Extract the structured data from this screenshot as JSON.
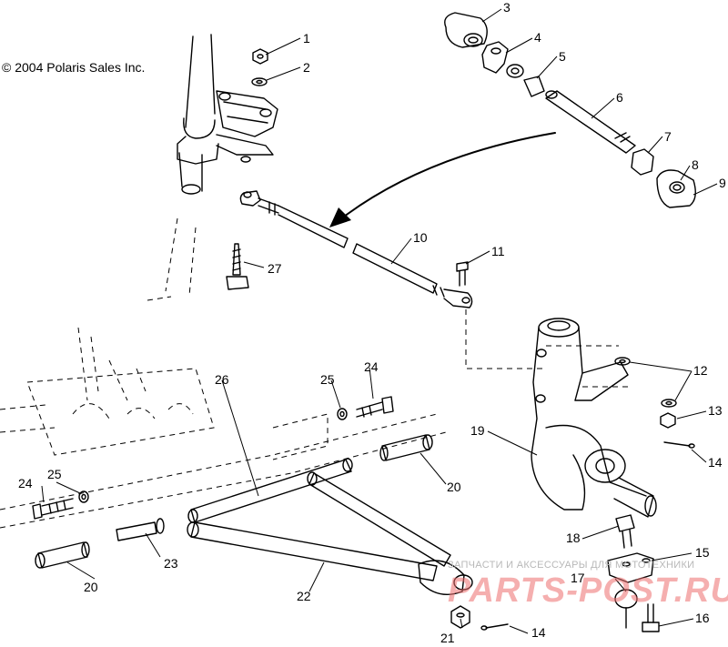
{
  "copyright": "© 2004 Polaris Sales Inc.",
  "callouts": [
    "1",
    "2",
    "3",
    "4",
    "5",
    "6",
    "7",
    "8",
    "9",
    "10",
    "11",
    "12",
    "13",
    "14",
    "14",
    "15",
    "16",
    "17",
    "18",
    "19",
    "20",
    "20",
    "21",
    "22",
    "23",
    "24",
    "24",
    "25",
    "25",
    "26",
    "27"
  ],
  "watermark": {
    "tagline": "ЗАПЧАСТИ И АКСЕССУАРЫ ДЛЯ МОТОТЕХНИКИ",
    "brand": "PARTS-POST.RU"
  },
  "colors": {
    "ink": "#000000",
    "watermark_brand": "#ec6e6e",
    "watermark_text": "#b8b8b8"
  }
}
